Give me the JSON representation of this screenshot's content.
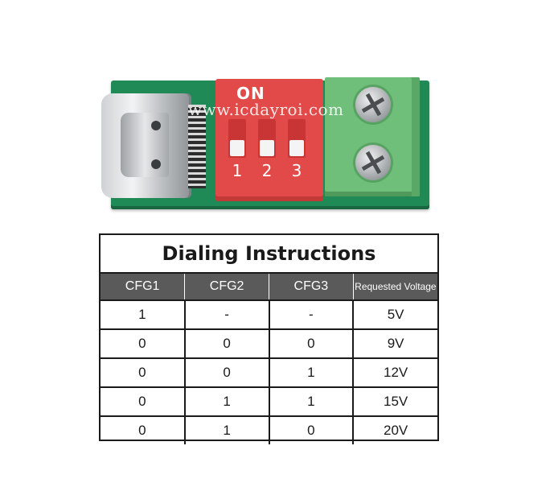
{
  "board": {
    "dip_label": "ON",
    "switch_numbers": [
      "1",
      "2",
      "3"
    ],
    "watermark": "www.icdayroi.com"
  },
  "table": {
    "title": "Dialing Instructions",
    "headers": [
      "CFG1",
      "CFG2",
      "CFG3",
      "Requested Voltage"
    ],
    "rows": [
      [
        "1",
        "-",
        "-",
        "5V"
      ],
      [
        "0",
        "0",
        "0",
        "9V"
      ],
      [
        "0",
        "0",
        "1",
        "12V"
      ],
      [
        "0",
        "1",
        "1",
        "15V"
      ],
      [
        "0",
        "1",
        "0",
        "20V"
      ]
    ]
  }
}
